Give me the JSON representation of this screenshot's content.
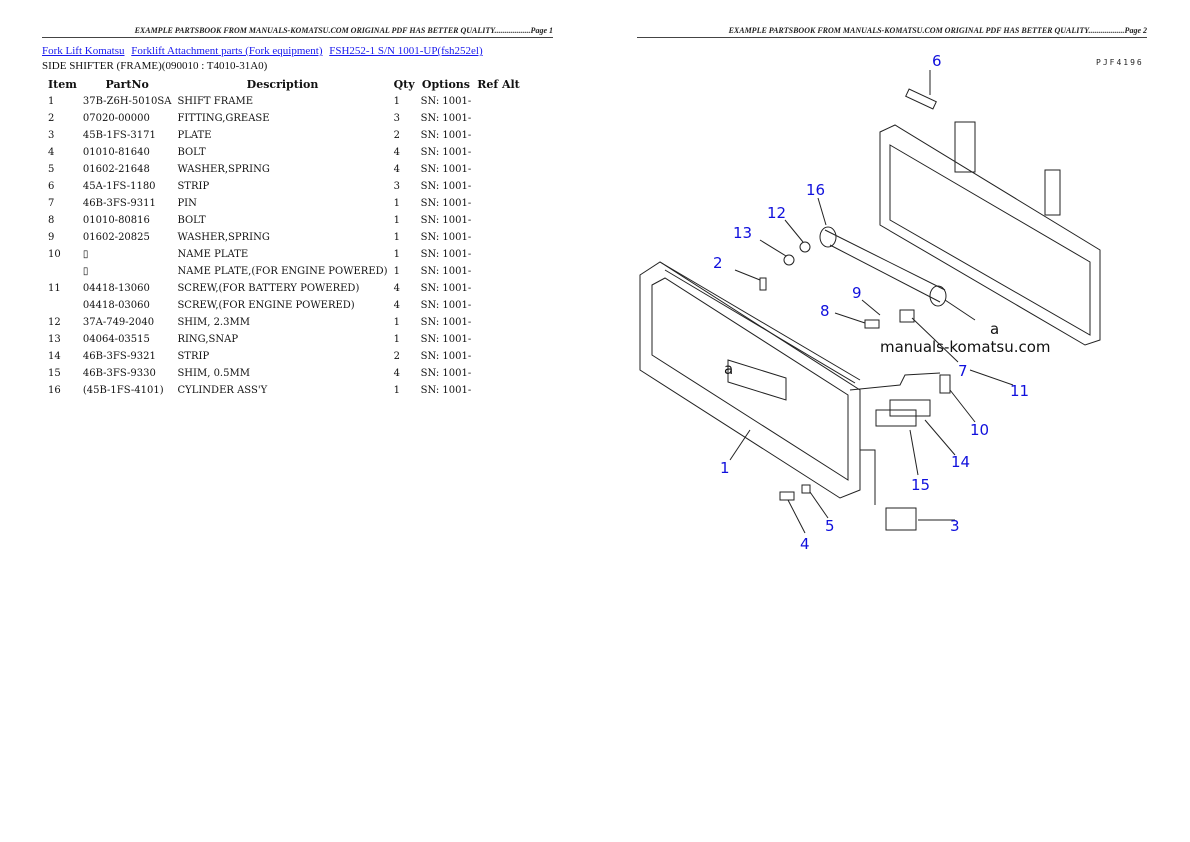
{
  "header_left": "EXAMPLE PARTSBOOK FROM MANUALS-KOMATSU.COM ORIGINAL PDF HAS BETTER QUALITY..................Page 1",
  "header_right": "EXAMPLE PARTSBOOK FROM MANUALS-KOMATSU.COM ORIGINAL PDF HAS BETTER QUALITY..................Page 2",
  "breadcrumbs": [
    "Fork Lift Komatsu",
    "Forklift Attachment parts (Fork equipment)",
    "FSH252-1 S/N 1001-UP(fsh252el)"
  ],
  "subtitle": "SIDE SHIFTER (FRAME)(090010 : T4010-31A0)",
  "columns": [
    "Item",
    "PartNo",
    "Description",
    "Qty",
    "Options",
    "Ref Alt"
  ],
  "rows": [
    [
      "1",
      "37B-Z6H-5010SA",
      "SHIFT FRAME",
      "1",
      "SN: 1001-"
    ],
    [
      "2",
      "07020-00000",
      "FITTING,GREASE",
      "3",
      "SN: 1001-"
    ],
    [
      "3",
      "45B-1FS-3171",
      "PLATE",
      "2",
      "SN: 1001-"
    ],
    [
      "4",
      "01010-81640",
      "BOLT",
      "4",
      "SN: 1001-"
    ],
    [
      "5",
      "01602-21648",
      "WASHER,SPRING",
      "4",
      "SN: 1001-"
    ],
    [
      "6",
      "45A-1FS-1180",
      "STRIP",
      "3",
      "SN: 1001-"
    ],
    [
      "7",
      "46B-3FS-9311",
      "PIN",
      "1",
      "SN: 1001-"
    ],
    [
      "8",
      "01010-80816",
      "BOLT",
      "1",
      "SN: 1001-"
    ],
    [
      "9",
      "01602-20825",
      "WASHER,SPRING",
      "1",
      "SN: 1001-"
    ],
    [
      "10",
      "▯",
      "NAME PLATE",
      "1",
      "SN: 1001-"
    ],
    [
      "",
      "▯",
      "NAME PLATE,(FOR ENGINE POWERED)",
      "1",
      "SN: 1001-"
    ],
    [
      "11",
      "04418-13060",
      "SCREW,(FOR BATTERY POWERED)",
      "4",
      "SN: 1001-"
    ],
    [
      "",
      "04418-03060",
      "SCREW,(FOR ENGINE POWERED)",
      "4",
      "SN: 1001-"
    ],
    [
      "12",
      "37A-749-2040",
      "SHIM, 2.3MM",
      "1",
      "SN: 1001-"
    ],
    [
      "13",
      "04064-03515",
      "RING,SNAP",
      "1",
      "SN: 1001-"
    ],
    [
      "14",
      "46B-3FS-9321",
      "STRIP",
      "2",
      "SN: 1001-"
    ],
    [
      "15",
      "46B-3FS-9330",
      "SHIM, 0.5MM",
      "4",
      "SN: 1001-"
    ],
    [
      "16",
      "(45B-1FS-4101)",
      "CYLINDER ASS'Y",
      "1",
      "SN: 1001-"
    ]
  ],
  "diagram": {
    "code": "PJF4196",
    "watermark": "manuals-komatsu.com",
    "callouts": [
      "6",
      "16",
      "12",
      "13",
      "2",
      "8",
      "9",
      "7",
      "a",
      "a",
      "11",
      "10",
      "14",
      "15",
      "1",
      "3",
      "5",
      "4"
    ],
    "callout_color": "#1010dd"
  }
}
